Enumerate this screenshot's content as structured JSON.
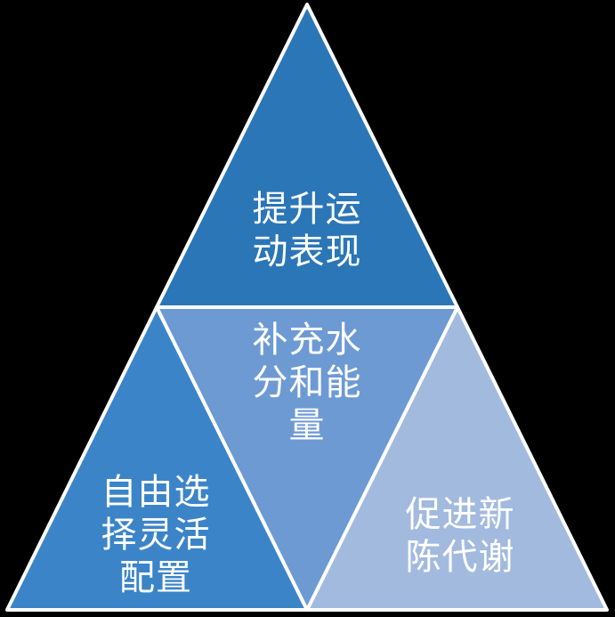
{
  "diagram": {
    "type": "pyramid",
    "background_color": "#000000",
    "divider_color": "#ffffff",
    "text_color": "#ffffff",
    "sections": [
      {
        "position": "top",
        "label": "提升运\n动表现",
        "color": "#2B76B7"
      },
      {
        "position": "center",
        "label": "补充水\n分和能\n量",
        "color": "#6D9AD3"
      },
      {
        "position": "bottom-left",
        "label": "自由选\n择灵活\n配置",
        "color": "#3C84C8"
      },
      {
        "position": "bottom-right",
        "label": "促进新\n陈代谢",
        "color": "#A3BADF"
      }
    ]
  }
}
